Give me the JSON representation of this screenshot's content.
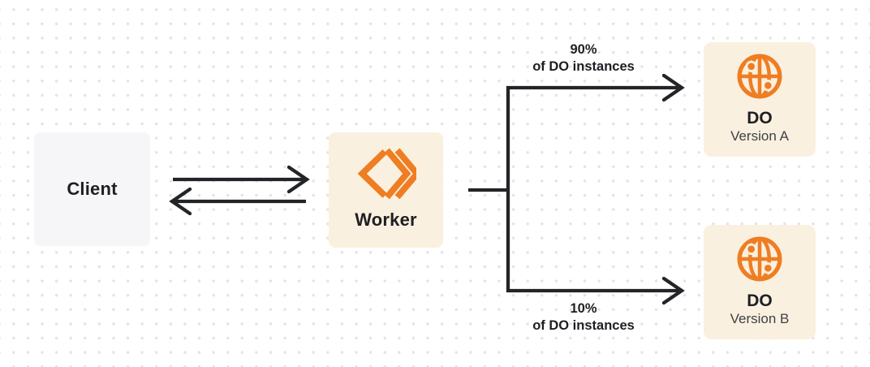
{
  "diagram": {
    "nodes": {
      "client": {
        "label": "Client"
      },
      "worker": {
        "label": "Worker",
        "icon": "code-chevrons-icon"
      },
      "do_version_a": {
        "title": "DO",
        "subtitle": "Version A",
        "icon": "globe-network-icon"
      },
      "do_version_b": {
        "title": "DO",
        "subtitle": "Version B",
        "icon": "globe-network-icon"
      }
    },
    "edge_labels": {
      "top": {
        "line1": "90%",
        "line2": "of DO instances"
      },
      "bottom": {
        "line1": "10%",
        "line2": "of DO instances"
      }
    },
    "colors": {
      "accent_orange": "#EF7D22",
      "node_cream_bg": "#FAF0DF",
      "node_gray_bg": "#F6F6F8",
      "connector_dark": "#222428",
      "text_primary": "#1D1F23",
      "text_secondary": "#3E4146",
      "dot_grid": "#E3E3E5",
      "canvas_bg": "#FFFFFF"
    }
  }
}
